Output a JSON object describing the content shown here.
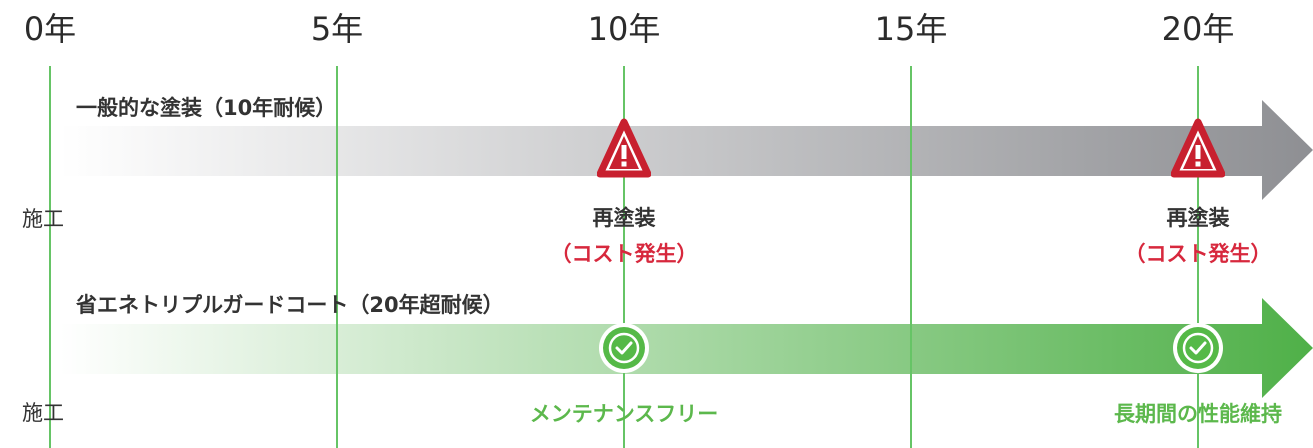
{
  "years": [
    "0年",
    "5年",
    "10年",
    "15年",
    "20年"
  ],
  "row_general": {
    "title": "一般的な塗装（10年耐候）",
    "side_label": "施工",
    "events": [
      {
        "line1": "再塗装",
        "line2": "（コスト発生）"
      },
      {
        "line1": "再塗装",
        "line2": "（コスト発生）"
      }
    ]
  },
  "row_premium": {
    "title": "省エネトリプルガードコート（20年超耐候）",
    "side_label": "施工",
    "events": [
      {
        "label": "メンテナンスフリー"
      },
      {
        "label": "長期間の性能維持"
      }
    ]
  },
  "colors": {
    "grid_line": "#66c466",
    "warning_red": "#c8202f",
    "check_green": "#55b947",
    "gray_arrow": "#8e8f93",
    "green_arrow": "#4fb048"
  },
  "icons": [
    "warning-icon",
    "check-icon"
  ]
}
